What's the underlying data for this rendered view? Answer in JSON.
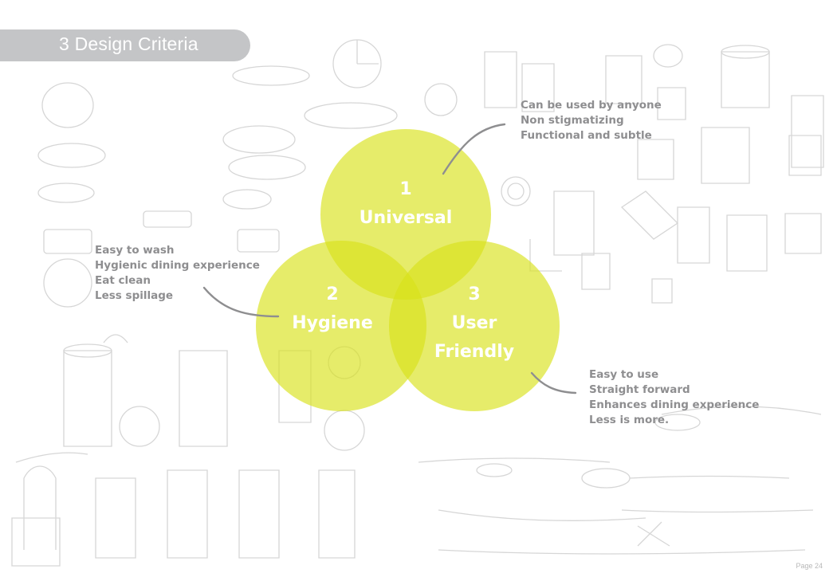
{
  "header": {
    "title": "3 Design Criteria"
  },
  "diagram": {
    "type": "venn",
    "circle_color": "#d9e21a",
    "circle_opacity": 0.65,
    "circles": [
      {
        "number": "1",
        "label": "Universal"
      },
      {
        "number": "2",
        "label": "Hygiene"
      },
      {
        "number": "3",
        "label_line1": "User",
        "label_line2": "Friendly"
      }
    ],
    "notes": {
      "universal": [
        "Can be used by anyone",
        "Non stigmatizing",
        "Functional and subtle"
      ],
      "hygiene": [
        "Easy to wash",
        "Hygienic dining experience",
        "Eat clean",
        "Less spillage"
      ],
      "user_friendly": [
        "Easy to use",
        "Straight forward",
        "Enhances dining experience",
        "Less is more."
      ]
    },
    "connector_color": "#8e8e90",
    "note_color": "#8e8e90"
  },
  "footer": {
    "page_label": "Page 24"
  }
}
